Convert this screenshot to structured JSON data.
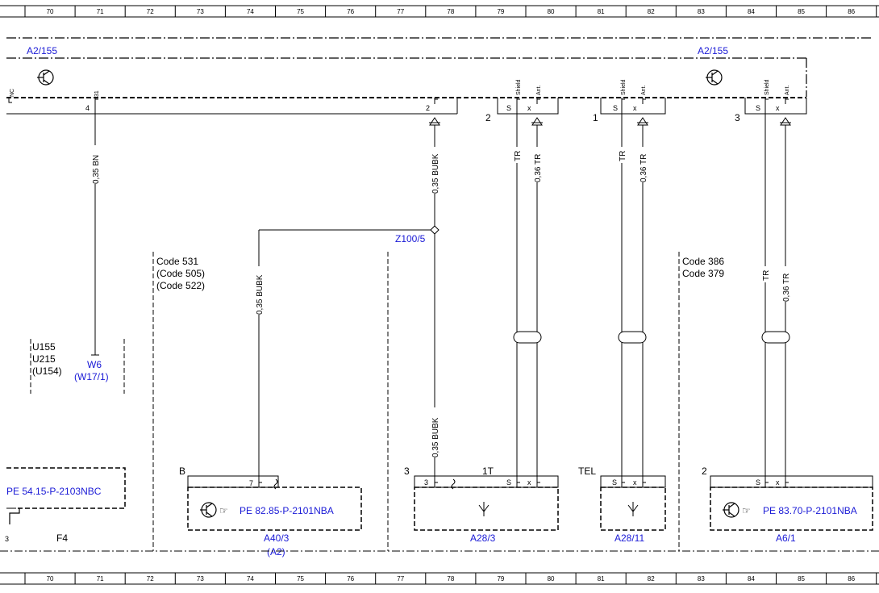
{
  "grid_numbers": [
    "70",
    "71",
    "72",
    "73",
    "74",
    "75",
    "76",
    "77",
    "78",
    "79",
    "80",
    "81",
    "82",
    "83",
    "84",
    "85",
    "86"
  ],
  "module_top": {
    "left_label": "A2/155",
    "right_label": "A2/155"
  },
  "pin_labels": {
    "nc": "NC",
    "p31": "31",
    "shield": "Shield",
    "ant": "Ant."
  },
  "connector_numbers": {
    "c4": "4",
    "c2a": "2",
    "c2b": "2",
    "c1": "1",
    "c3": "3"
  },
  "terminal_letters": {
    "s": "S",
    "x": "X",
    "s_lower": "S",
    "x_lower": "x"
  },
  "wires": {
    "w1": "0,35 BN",
    "w2": "0,35 BUBK",
    "w3": "0,35 BUBK",
    "w4": "0,35 BUBK",
    "tr": "TR",
    "tr36": "0,36 TR"
  },
  "splice": "Z100/5",
  "code_blocks": {
    "left": [
      "Code 531",
      "(Code 505)",
      "(Code 522)"
    ],
    "right": [
      "Code 386",
      "Code 379"
    ],
    "variants": [
      "U155",
      "U215",
      "(U154)"
    ]
  },
  "ground": {
    "label": "W6",
    "alt": "(W17/1)"
  },
  "lower": {
    "pe_left": "PE 54.15-P-2103NBC",
    "pin3": "3",
    "f4": "F4",
    "b_label": "B",
    "pin7": "7",
    "pe_mid": "PE 82.85-P-2101NBA",
    "a40": "A40/3",
    "a2": "(A2)",
    "conn3": "3",
    "pin3b": "3",
    "t1": "1T",
    "a28_3": "A28/3",
    "tel": "TEL",
    "a28_11": "A28/11",
    "conn2": "2",
    "pe_right": "PE 83.70-P-2101NBA",
    "a6": "A6/1"
  },
  "colors": {
    "link": "#1a1ad6",
    "line": "#000000"
  }
}
